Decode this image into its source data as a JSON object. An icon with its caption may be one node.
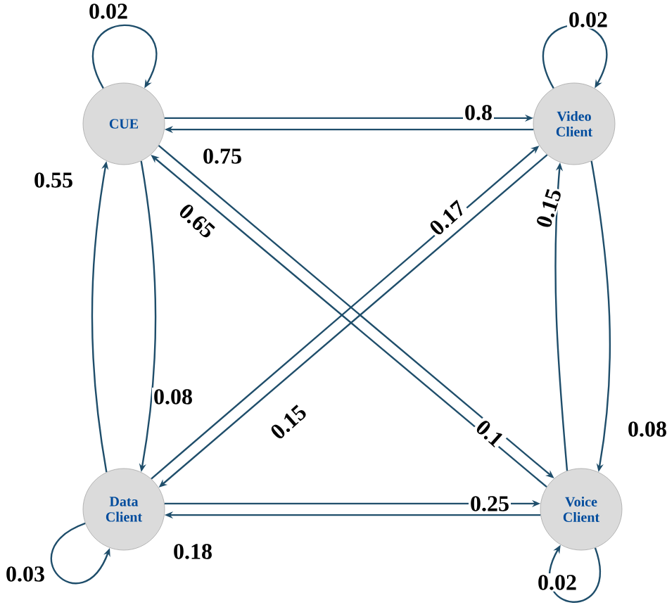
{
  "diagram": {
    "nodes": [
      {
        "text": [
          "CUE"
        ]
      },
      {
        "text": [
          "Video Client"
        ]
      },
      {
        "text": [
          "Data Client"
        ]
      },
      {
        "text": [
          "Voice Client"
        ]
      }
    ],
    "edges": [
      {
        "from": 0,
        "to": 0,
        "arrow": "to",
        "label": "0.02"
      },
      {
        "from": 1,
        "to": 1,
        "arrow": "to",
        "label": "0.02"
      },
      {
        "from": 2,
        "to": 2,
        "arrow": "to",
        "label": "0.03"
      },
      {
        "from": 3,
        "to": 3,
        "arrow": "to",
        "label": "0.02"
      },
      {
        "from": 0,
        "to": 1,
        "arrow": "to",
        "label": "0.8"
      },
      {
        "from": 1,
        "to": 0,
        "arrow": "to",
        "label": "0.75"
      },
      {
        "from": 2,
        "to": 0,
        "arrow": "to",
        "label": "0.55"
      },
      {
        "from": 0,
        "to": 2,
        "arrow": "to",
        "label": "0.08"
      },
      {
        "from": 1,
        "to": 3,
        "arrow": "to",
        "label": "0.08"
      },
      {
        "from": 3,
        "to": 1,
        "arrow": "to",
        "label": "0.15"
      },
      {
        "from": 3,
        "to": 0,
        "arrow": "to",
        "label": "0.65"
      },
      {
        "from": 0,
        "to": 3,
        "arrow": "to",
        "label": "0.1"
      },
      {
        "from": 2,
        "to": 1,
        "arrow": "to",
        "label": "0.17"
      },
      {
        "from": 1,
        "to": 2,
        "arrow": "to",
        "label": "0.15"
      },
      {
        "from": 2,
        "to": 3,
        "arrow": "to",
        "label": "0.25"
      },
      {
        "from": 3,
        "to": 2,
        "arrow": "to",
        "label": "0.18"
      }
    ]
  }
}
